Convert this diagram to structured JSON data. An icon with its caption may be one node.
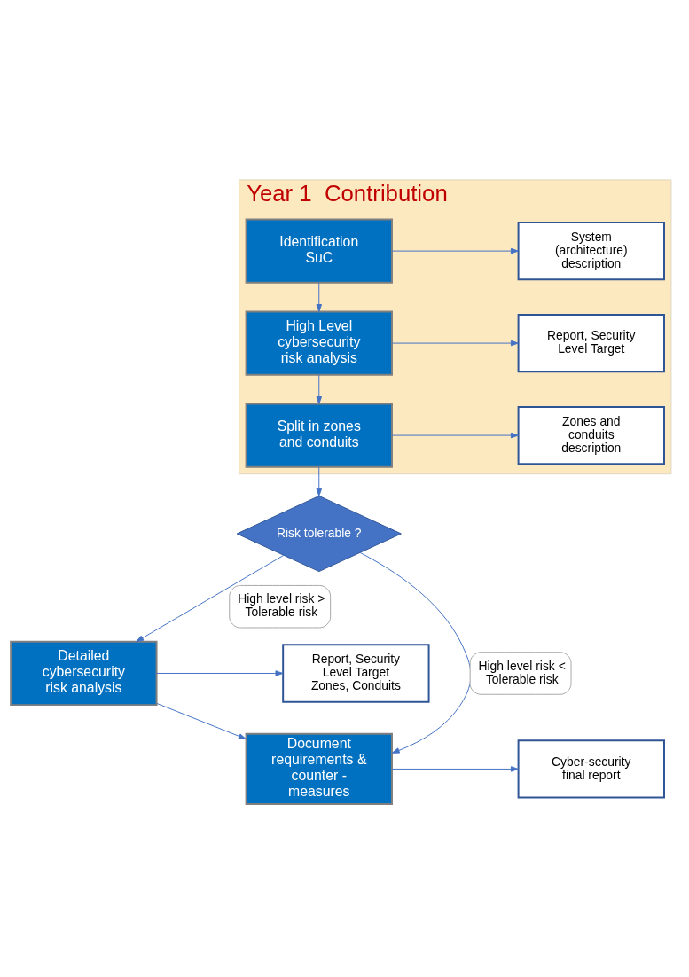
{
  "diagram": {
    "nodes": [
      {
        "text": [
          "Year 1  Contribution"
        ]
      },
      {
        "text": [
          "Identification SuC"
        ],
        "in": 0
      },
      {
        "text": [
          "System (architecture) description"
        ],
        "in": 0
      },
      {
        "text": [
          "High Level cybersecurity risk analysis"
        ],
        "in": 0
      },
      {
        "text": [
          "Report, Security Level Target"
        ],
        "in": 0
      },
      {
        "text": [
          "Split in zones and conduits"
        ],
        "in": 0
      },
      {
        "text": [
          "Zones and conduits description"
        ],
        "in": 0
      },
      {
        "text": [
          "Risk tolerable ?"
        ]
      },
      {
        "text": [
          "Detailed cybersecurity risk analysis"
        ]
      },
      {
        "text": [
          "Report, Security Level Target Zones, Conduits"
        ]
      },
      {
        "text": [
          "Document requirements & counter - measures"
        ]
      },
      {
        "text": [
          "Cyber-security final report"
        ]
      }
    ],
    "edges": [
      {
        "from": 1,
        "to": 2,
        "arrow": "to"
      },
      {
        "from": 1,
        "to": 3,
        "arrow": "to"
      },
      {
        "from": 3,
        "to": 4,
        "arrow": "to"
      },
      {
        "from": 3,
        "to": 5,
        "arrow": "to"
      },
      {
        "from": 5,
        "to": 6,
        "arrow": "to"
      },
      {
        "from": 5,
        "to": 7,
        "arrow": "to"
      },
      {
        "from": 7,
        "to": 10,
        "arrow": "to",
        "label": "High level risk < Tolerable risk"
      },
      {
        "from": 7,
        "to": 8,
        "arrow": "to",
        "label": "High level risk > Tolerable risk"
      },
      {
        "from": 8,
        "to": 9,
        "arrow": "to"
      },
      {
        "from": 8,
        "to": 10,
        "arrow": "to"
      },
      {
        "from": 10,
        "to": 11,
        "arrow": "to"
      }
    ]
  }
}
